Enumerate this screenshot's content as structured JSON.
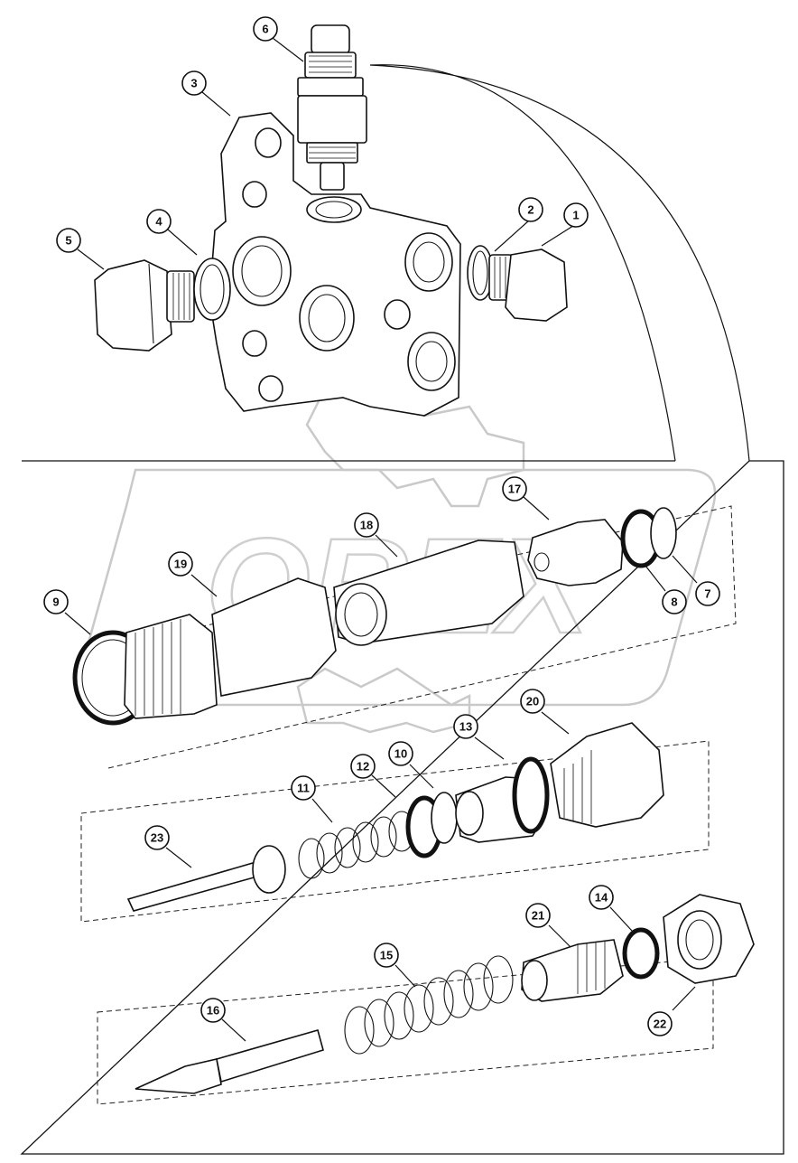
{
  "diagram": {
    "watermark": "OREX",
    "callouts": [
      {
        "id": "c1",
        "label": "1"
      },
      {
        "id": "c2",
        "label": "2"
      },
      {
        "id": "c3",
        "label": "3"
      },
      {
        "id": "c4",
        "label": "4"
      },
      {
        "id": "c5",
        "label": "5"
      },
      {
        "id": "c6",
        "label": "6"
      },
      {
        "id": "c7",
        "label": "7"
      },
      {
        "id": "c8",
        "label": "8"
      },
      {
        "id": "c9",
        "label": "9"
      },
      {
        "id": "c10",
        "label": "10"
      },
      {
        "id": "c11",
        "label": "11"
      },
      {
        "id": "c12",
        "label": "12"
      },
      {
        "id": "c13",
        "label": "13"
      },
      {
        "id": "c14",
        "label": "14"
      },
      {
        "id": "c15",
        "label": "15"
      },
      {
        "id": "c16",
        "label": "16"
      },
      {
        "id": "c17",
        "label": "17"
      },
      {
        "id": "c18",
        "label": "18"
      },
      {
        "id": "c19",
        "label": "19"
      },
      {
        "id": "c20",
        "label": "20"
      },
      {
        "id": "c21",
        "label": "21"
      },
      {
        "id": "c22",
        "label": "22"
      },
      {
        "id": "c23",
        "label": "23"
      }
    ]
  }
}
